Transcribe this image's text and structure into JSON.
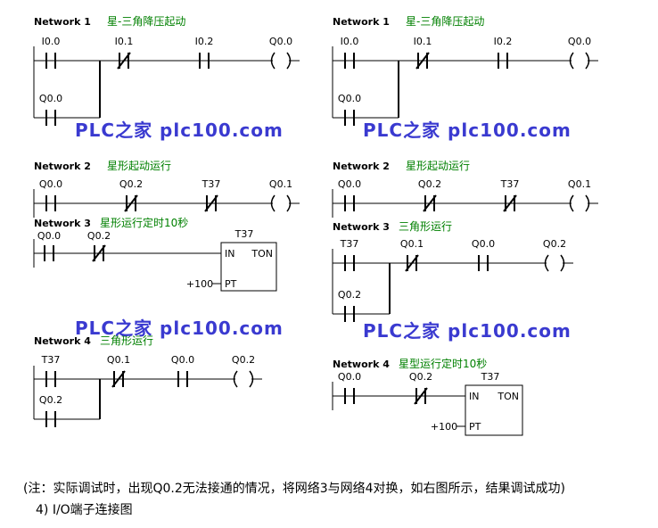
{
  "watermark": "PLC之家 plc100.com",
  "left": {
    "networks": [
      {
        "label": "Network 1",
        "title": "星-三角降压起动",
        "items": {
          "c1": "I0.0",
          "c2": "I0.1",
          "c3": "I0.2",
          "coil": "Q0.0",
          "branch": "Q0.0"
        }
      },
      {
        "label": "Network 2",
        "title": "星形起动运行",
        "items": {
          "c1": "Q0.0",
          "c2": "Q0.2",
          "c3": "T37",
          "coil": "Q0.1"
        }
      },
      {
        "label": "Network 3",
        "title": "星形运行定时10秒",
        "items": {
          "c1": "Q0.0",
          "c2": "Q0.2",
          "timer": "T37",
          "type": "TON",
          "in": "IN",
          "pt": "PT",
          "preset": "+100"
        }
      },
      {
        "label": "Network 4",
        "title": "三角形运行",
        "items": {
          "c1": "T37",
          "c2": "Q0.1",
          "c3": "Q0.0",
          "coil": "Q0.2",
          "branch": "Q0.2"
        }
      }
    ]
  },
  "right": {
    "networks": [
      {
        "label": "Network 1",
        "title": "星-三角降压起动",
        "items": {
          "c1": "I0.0",
          "c2": "I0.1",
          "c3": "I0.2",
          "coil": "Q0.0",
          "branch": "Q0.0"
        }
      },
      {
        "label": "Network 2",
        "title": "星形起动运行",
        "items": {
          "c1": "Q0.0",
          "c2": "Q0.2",
          "c3": "T37",
          "coil": "Q0.1"
        }
      },
      {
        "label": "Network 3",
        "title": "三角形运行",
        "items": {
          "c1": "T37",
          "c2": "Q0.1",
          "c3": "Q0.0",
          "coil": "Q0.2",
          "branch": "Q0.2"
        }
      },
      {
        "label": "Network 4",
        "title": "星型运行定时10秒",
        "items": {
          "c1": "Q0.0",
          "c2": "Q0.2",
          "timer": "T37",
          "type": "TON",
          "in": "IN",
          "pt": "PT",
          "preset": "+100"
        }
      }
    ]
  },
  "notes": {
    "line1": "(注：实际调试时，出现Q0.2无法接通的情况，将网络3与网络4对换，如右图所示，结果调试成功)",
    "line2": "4) I/O端子连接图"
  },
  "colors": {
    "network_title_green": "#008000",
    "watermark_blue": "#3a3ad0",
    "line_black": "#000000"
  }
}
